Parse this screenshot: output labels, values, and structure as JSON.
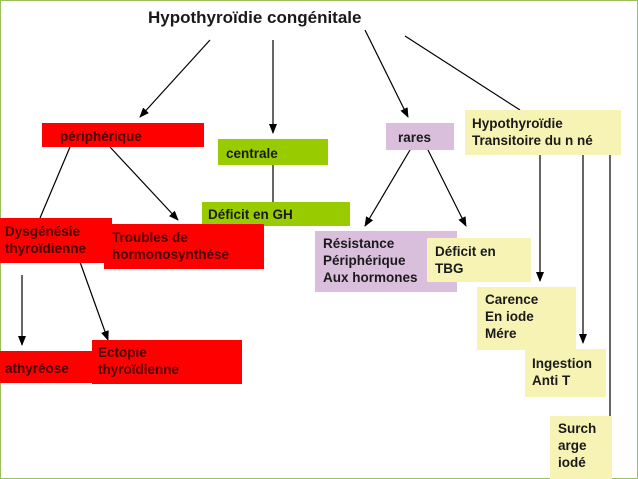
{
  "diagram": {
    "title": "Hypothyroïdie congénitale",
    "nodes": {
      "peripherique": "périphérique",
      "centrale": "centrale",
      "rares": "rares",
      "transitoire": [
        "Hypothyroïdie",
        "Transitoire du n né"
      ],
      "deficit_gh": "Déficit en GH",
      "dysgenesie": [
        "Dysgénésie",
        "thyroïdienne"
      ],
      "troubles": [
        "Troubles de",
        "hormonosynthése"
      ],
      "resistance": [
        "Résistance",
        "Périphérique",
        "Aux hormones"
      ],
      "deficit_tbg": [
        "Déficit en",
        "TBG"
      ],
      "carence": [
        "Carence",
        "En iode",
        "Mére"
      ],
      "ingestion": [
        "Ingestion",
        "Anti T"
      ],
      "surcharge": [
        "Surch",
        "arge",
        "iodé"
      ],
      "athyreose": "athyréose",
      "ectopie": [
        "Ectopie",
        "thyroïdienne"
      ]
    },
    "colors": {
      "red": "#ff0000",
      "green": "#99cc00",
      "violet": "#d9bfdc",
      "yellow": "#f7f3b5",
      "frame": "#9bbf5a",
      "arrow": "#000000"
    }
  }
}
